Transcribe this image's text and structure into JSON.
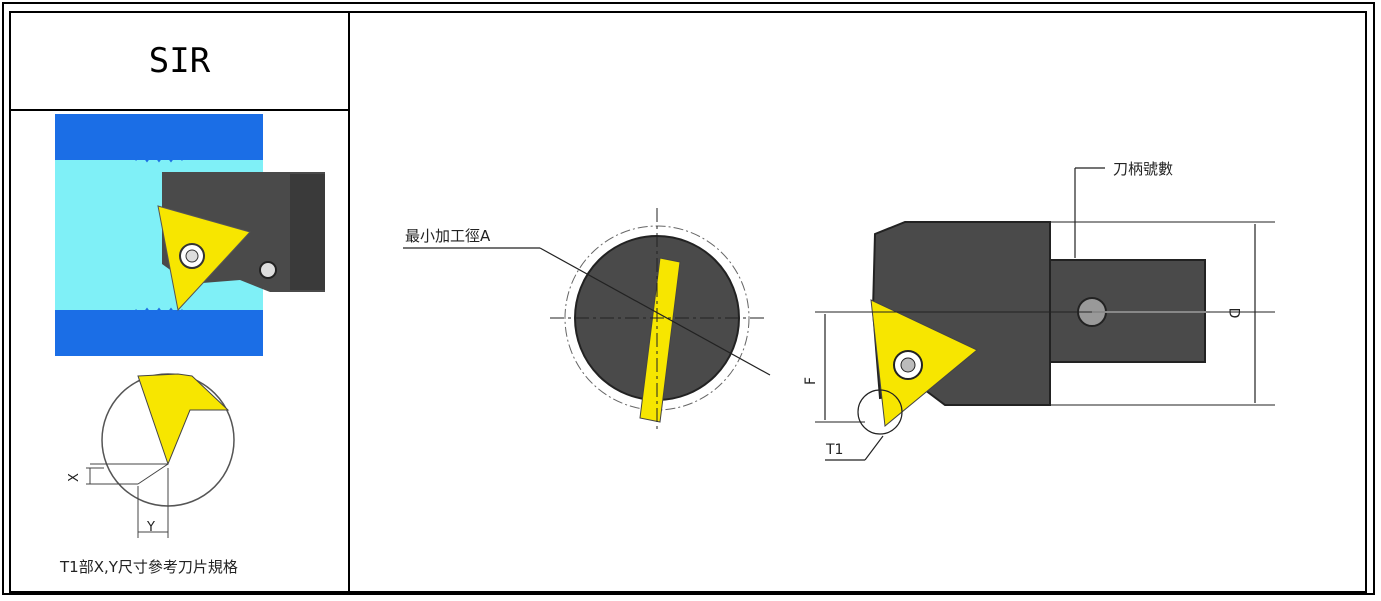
{
  "header": {
    "title": "SIR"
  },
  "left_panel": {
    "detail_labels": {
      "x": "X",
      "y": "Y"
    },
    "caption": "T1部X,Y尺寸參考刀片規格"
  },
  "main_drawing": {
    "label_min_bore": "最小加工徑A",
    "label_shank_no": "刀柄號數",
    "label_d": "D",
    "label_f": "F",
    "label_t1": "T1"
  },
  "colors": {
    "workpiece_blue": "#1b6ee6",
    "bore_cyan": "#7ff0f7",
    "insert_yellow": "#f7e600",
    "tool_dark": "#4a4a4a"
  }
}
